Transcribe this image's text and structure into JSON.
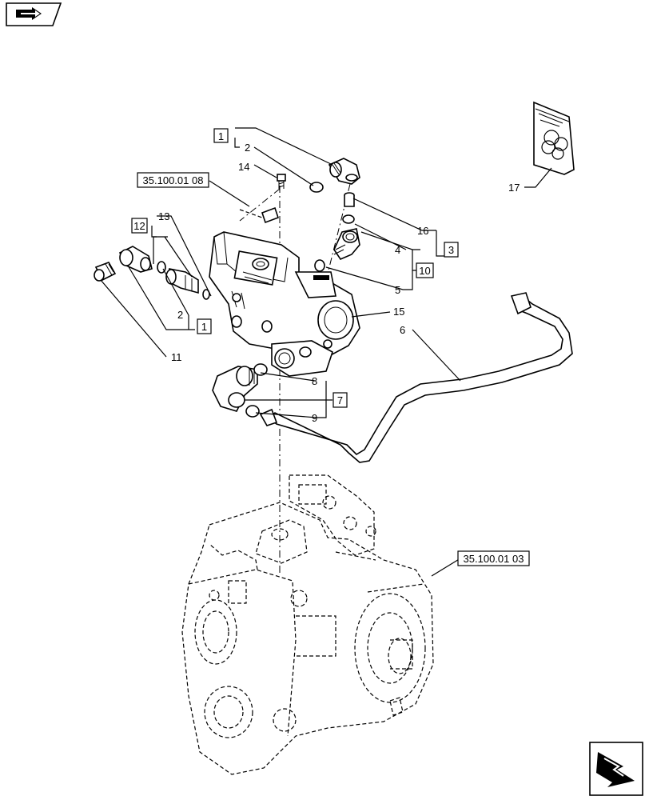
{
  "callouts": {
    "c1_top": "1",
    "c2_top": "2",
    "c14": "14",
    "c16": "16",
    "c3": "3",
    "c4": "4",
    "c10": "10",
    "c5": "5",
    "c15": "15",
    "c6": "6",
    "c12": "12",
    "c13": "13",
    "c2_left": "2",
    "c1_left": "1",
    "c11": "11",
    "c8": "8",
    "c7": "7",
    "c9": "9",
    "c17": "17"
  },
  "refs": {
    "ref_valve": "35.100.01 08",
    "ref_pump": "35.100.01 03"
  },
  "icons": {
    "top_left": "book-open-arrow-icon",
    "bottom_right": "next-page-arrow-icon"
  }
}
